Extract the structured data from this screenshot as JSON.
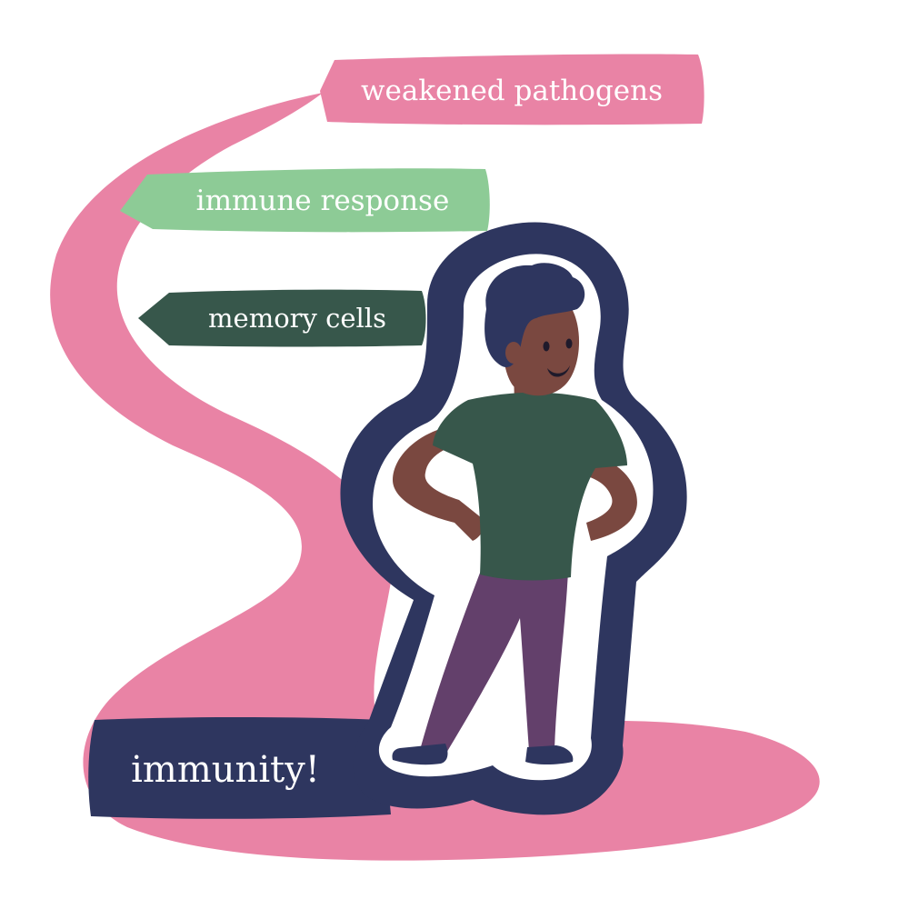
{
  "labels": {
    "step1": "weakened pathogens",
    "step2": "immune response",
    "step3": "memory cells",
    "result": "immunity!"
  },
  "colors": {
    "path": "#e983a5",
    "step1_bg": "#e983a5",
    "step2_bg": "#8dcb96",
    "step3_bg": "#37574b",
    "result_bg": "#2e365f",
    "outline_dark": "#2e365f",
    "outline_light": "#ffffff",
    "skin": "#7a4840",
    "hair": "#2e365f",
    "shirt": "#37574b",
    "pants": "#63406b",
    "shoes": "#2e365f",
    "text": "#ffffff"
  },
  "icons": {
    "figure": "person-hands-on-hips-icon"
  }
}
